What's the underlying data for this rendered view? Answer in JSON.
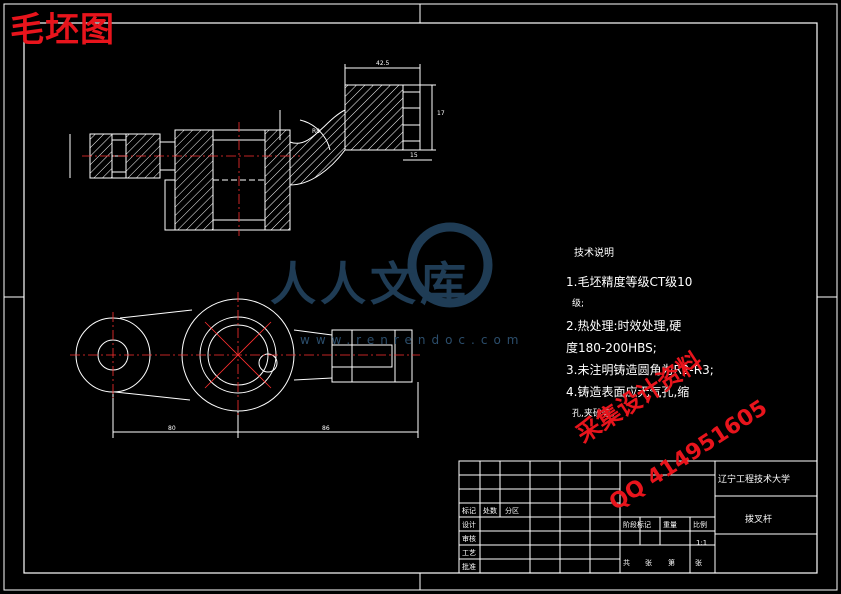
{
  "sheet_title": "毛坯图",
  "technical_notes": {
    "heading": "技术说明",
    "lines": [
      "1.毛坯精度等级CT级10",
      "级;",
      "2.热处理:时效处理,硬",
      "度180-200HBS;",
      "3.未注明铸造圆角为R2-R3;",
      "4.铸造表面应无气孔,缩",
      "孔,夹砂等。"
    ]
  },
  "title_block": {
    "school": "辽宁工程技术大学",
    "part_name": "拨叉杆",
    "scale": "1:1",
    "cells": [
      "标记",
      "处数",
      "分区",
      "设计",
      "审核",
      "工艺",
      "批准",
      "阶段标记",
      "重量",
      "比例",
      "共",
      "张",
      "第",
      "张"
    ]
  },
  "dimensions": {
    "top_width": "42.5",
    "right_height": "17",
    "right_small": "15",
    "left_small": "80",
    "bottom_long": "86",
    "angle": "R8"
  },
  "watermark": {
    "text": "人人文库",
    "url": "www.renrendoc.com"
  },
  "stamp": {
    "line1": "采集设计资料",
    "line2": "QQ 414951605"
  },
  "colors": {
    "line": "#ffffff",
    "hatch": "#ffffff",
    "center": "#ff3030",
    "title": "#e8141c",
    "watermark": "#1f3c55"
  }
}
